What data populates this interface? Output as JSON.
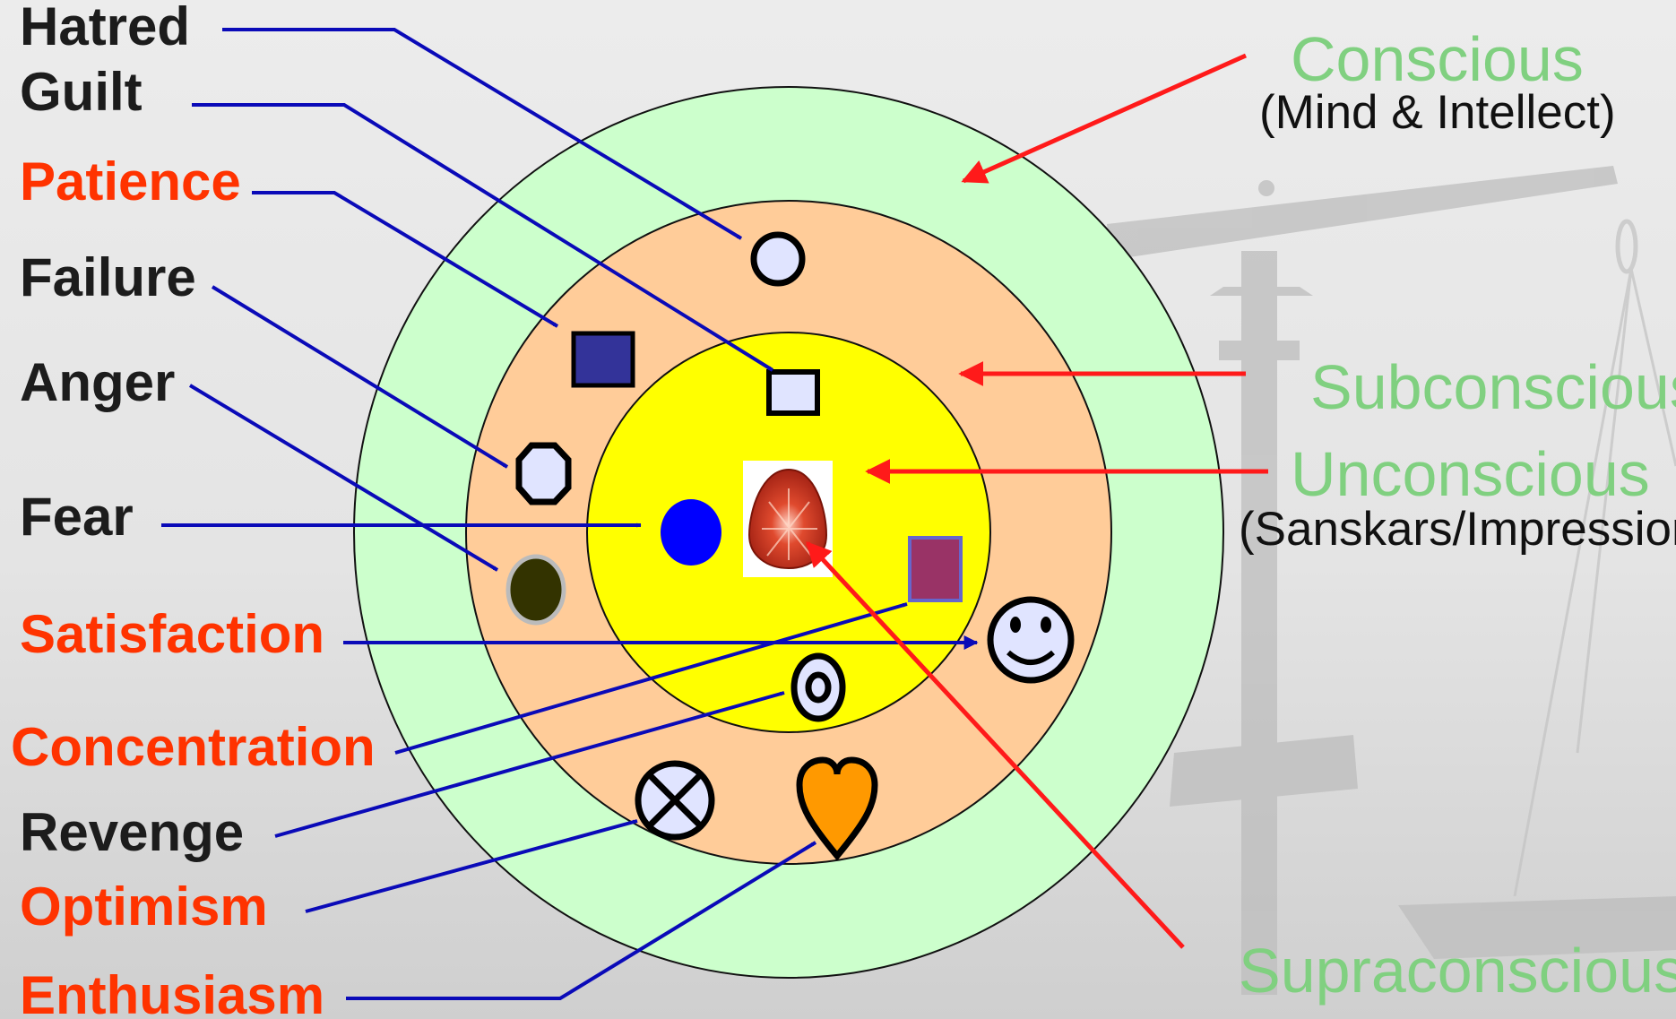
{
  "colors": {
    "negative_label": "#1c1c1c",
    "positive_label": "#ff3300",
    "level_label": "#80d080",
    "pointer_blue": "#0a0ab8",
    "pointer_red": "#ff1a1a",
    "ring_conscious": "#ccffcc",
    "ring_subconscious": "#ffcc99",
    "core_unconscious": "#ffff00"
  },
  "emotions": [
    {
      "label": "Hatred",
      "tone": "negative",
      "icon": "small-circle-icon"
    },
    {
      "label": "Guilt",
      "tone": "negative",
      "icon": "small-square-icon"
    },
    {
      "label": "Patience",
      "tone": "positive",
      "icon": "navy-square-icon"
    },
    {
      "label": "Failure",
      "tone": "negative",
      "icon": "octagon-icon"
    },
    {
      "label": "Anger",
      "tone": "negative",
      "icon": "dark-oval-icon"
    },
    {
      "label": "Fear",
      "tone": "negative",
      "icon": "blue-dot-icon"
    },
    {
      "label": "Satisfaction",
      "tone": "positive",
      "icon": "smiley-icon"
    },
    {
      "label": "Concentration",
      "tone": "positive",
      "icon": "purple-square-icon"
    },
    {
      "label": "Revenge",
      "tone": "negative",
      "icon": "bullseye-icon"
    },
    {
      "label": "Optimism",
      "tone": "positive",
      "icon": "circled-x-icon"
    },
    {
      "label": "Enthusiasm",
      "tone": "positive",
      "icon": "heart-icon"
    }
  ],
  "levels": {
    "conscious": {
      "title": "Conscious",
      "subtitle": "(Mind & Intellect)"
    },
    "subconscious": {
      "title": "Subconscious"
    },
    "unconscious": {
      "title": "Unconscious",
      "subtitle": "(Sanskars/Impression)"
    },
    "supraconscious": {
      "title": "Supraconscious",
      "icon": "red-egg-icon"
    }
  },
  "background_icon": "balance-scale-icon"
}
